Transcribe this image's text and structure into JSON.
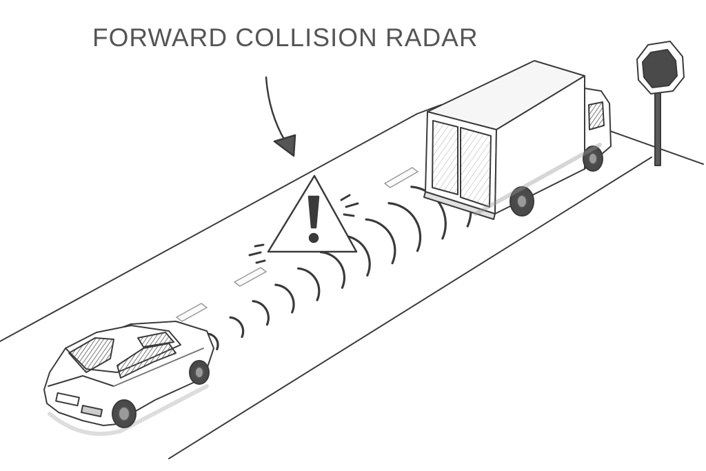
{
  "diagram": {
    "title": "FORWARD COLLISION RADAR",
    "objects": [
      "car",
      "truck",
      "stop-sign",
      "warning-triangle",
      "radar-waves",
      "road"
    ],
    "colors": {
      "ink": "#3a3a3a",
      "light_ink": "#8a8a8a",
      "glass": "#6a6a6a",
      "paper": "#ffffff"
    }
  }
}
